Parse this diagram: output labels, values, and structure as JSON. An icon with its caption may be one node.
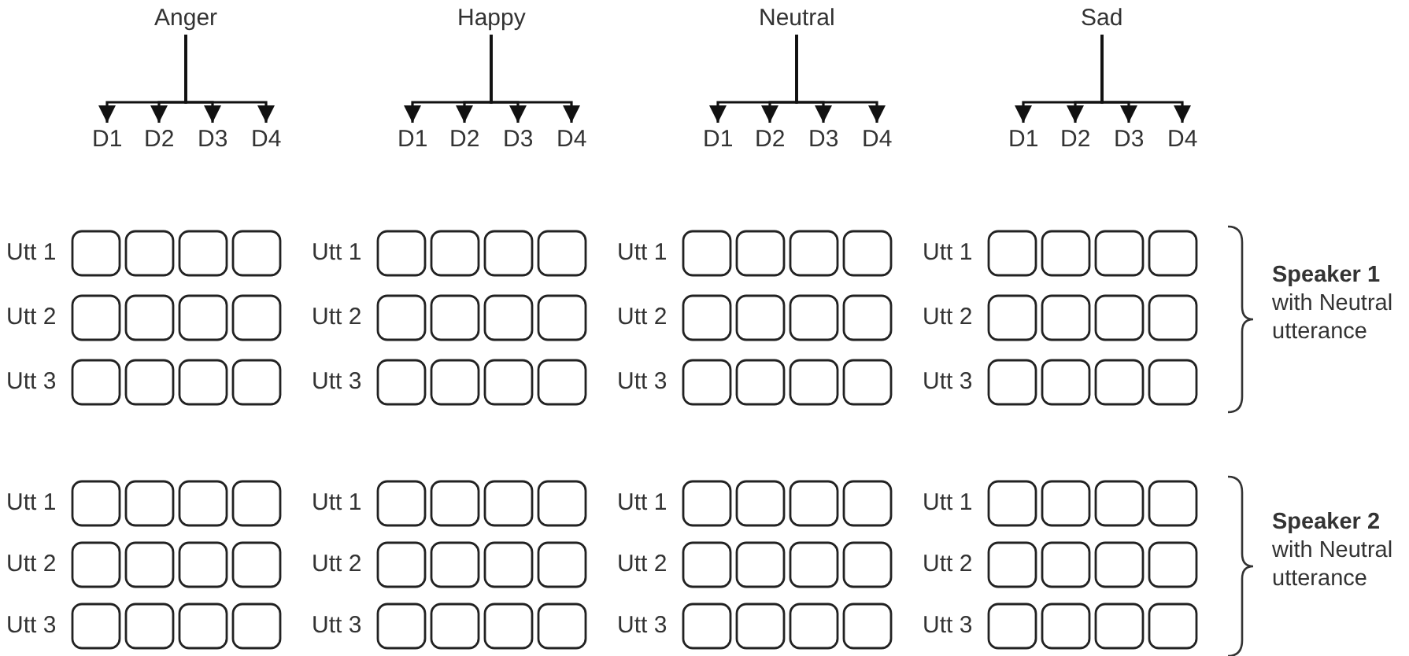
{
  "diagram": {
    "nodes": [
      {
        "text": [
          "Anger"
        ]
      },
      {
        "text": [
          "Happy"
        ]
      },
      {
        "text": [
          "Neutral"
        ]
      },
      {
        "text": [
          "Sad"
        ]
      },
      {
        "text": [
          "D1"
        ]
      },
      {
        "text": [
          "D2"
        ]
      },
      {
        "text": [
          "D3"
        ]
      },
      {
        "text": [
          "D4"
        ]
      },
      {
        "text": [
          "D1"
        ]
      },
      {
        "text": [
          "D2"
        ]
      },
      {
        "text": [
          "D3"
        ]
      },
      {
        "text": [
          "D4"
        ]
      },
      {
        "text": [
          "D1"
        ]
      },
      {
        "text": [
          "D2"
        ]
      },
      {
        "text": [
          "D3"
        ]
      },
      {
        "text": [
          "D4"
        ]
      },
      {
        "text": [
          "D1"
        ]
      },
      {
        "text": [
          "D2"
        ]
      },
      {
        "text": [
          "D3"
        ]
      },
      {
        "text": [
          "D4"
        ]
      }
    ],
    "edges": [
      {
        "from": 0,
        "to": 4,
        "arrow": "to"
      },
      {
        "from": 0,
        "to": 5,
        "arrow": "to"
      },
      {
        "from": 0,
        "to": 6,
        "arrow": "to"
      },
      {
        "from": 0,
        "to": 7,
        "arrow": "to"
      },
      {
        "from": 1,
        "to": 8,
        "arrow": "to"
      },
      {
        "from": 1,
        "to": 9,
        "arrow": "to"
      },
      {
        "from": 1,
        "to": 10,
        "arrow": "to"
      },
      {
        "from": 1,
        "to": 11,
        "arrow": "to"
      },
      {
        "from": 2,
        "to": 12,
        "arrow": "to"
      },
      {
        "from": 2,
        "to": 13,
        "arrow": "to"
      },
      {
        "from": 2,
        "to": 14,
        "arrow": "to"
      },
      {
        "from": 2,
        "to": 15,
        "arrow": "to"
      },
      {
        "from": 3,
        "to": 16,
        "arrow": "to"
      },
      {
        "from": 3,
        "to": 17,
        "arrow": "to"
      },
      {
        "from": 3,
        "to": 18,
        "arrow": "to"
      },
      {
        "from": 3,
        "to": 19,
        "arrow": "to"
      }
    ],
    "labels": [
      "Utt 1",
      "Utt 1",
      "Utt 1",
      "Utt 1",
      "Utt 2",
      "Utt 2",
      "Utt 2",
      "Utt 2",
      "**Speaker 1** with Neutral utterance",
      "Utt 3",
      "Utt 3",
      "Utt 3",
      "Utt 3",
      "Utt 1",
      "Utt 1",
      "Utt 1",
      "Utt 1",
      "Utt 2",
      "Utt 2",
      "Utt 2",
      "Utt 2",
      "**Speaker 2** with Neutral utterance",
      "Utt 3",
      "Utt 3",
      "Utt 3",
      "Utt 3"
    ]
  }
}
